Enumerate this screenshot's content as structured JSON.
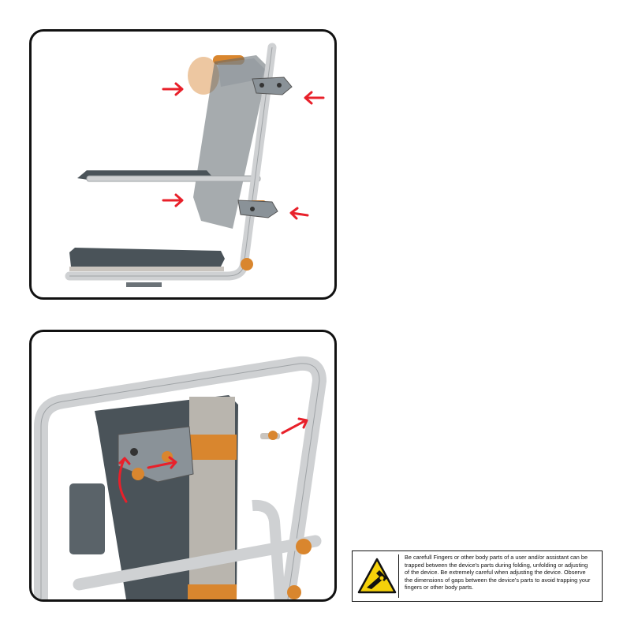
{
  "colors": {
    "frame_tube": "#cfd1d3",
    "seat_dark": "#4a5359",
    "knob_orange": "#d9862e",
    "arrow_red": "#e8202a",
    "warning_yellow": "#f5d10a"
  },
  "icons": {
    "warning": "pinch-hazard-warning-icon"
  },
  "warning_box": {
    "lines": [
      "Be carefull Fingers or other body parts of a user and/or assistant can be",
      "trapped between the device's parts during folding, unfolding or adjusting",
      "of the device. Be extremely careful when adjusting the device.  Observe",
      "the dimensions of gaps between the device's parts to avoid trapping your",
      "fingers or other body parts."
    ]
  }
}
